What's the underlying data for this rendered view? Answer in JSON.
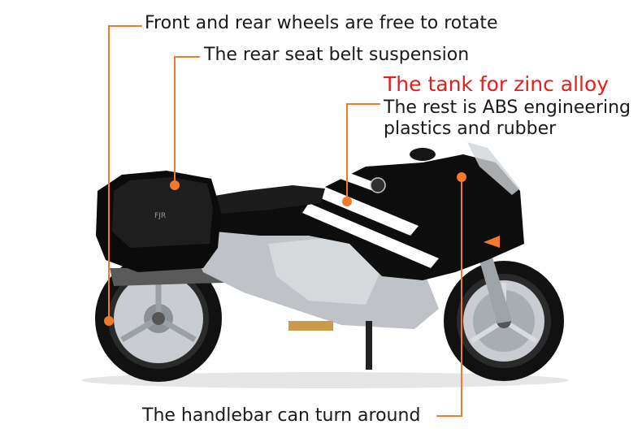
{
  "captions": {
    "wheels": "Front and rear wheels are free to rotate",
    "seat_belt": "The rear seat belt suspension",
    "tank": "The tank for zinc alloy",
    "rest_line1": "The rest is ABS engineering",
    "rest_line2": "plastics and rubber",
    "handlebar": "The handlebar can turn around"
  },
  "badge_text": "FJR",
  "colors": {
    "leader": "#f07a2a",
    "highlight": "#e02020",
    "body_black": "#0d0d0d",
    "frame_silver": "#bfc3c8"
  }
}
